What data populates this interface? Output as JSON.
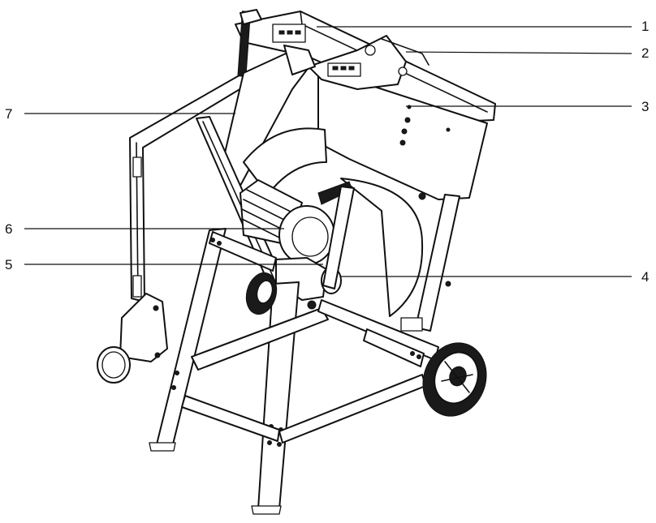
{
  "figure": {
    "accent_color": "#111111",
    "callouts": [
      {
        "label": "1",
        "part_icon": "top-guard-handle-icon"
      },
      {
        "label": "2",
        "part_icon": "lever-bracket-icon"
      },
      {
        "label": "3",
        "part_icon": "blade-guard-icon"
      },
      {
        "label": "4",
        "part_icon": "switch-housing-icon"
      },
      {
        "label": "5",
        "part_icon": "motor-mount-icon"
      },
      {
        "label": "6",
        "part_icon": "motor-icon"
      },
      {
        "label": "7",
        "part_icon": "cradle-arm-icon"
      }
    ]
  }
}
